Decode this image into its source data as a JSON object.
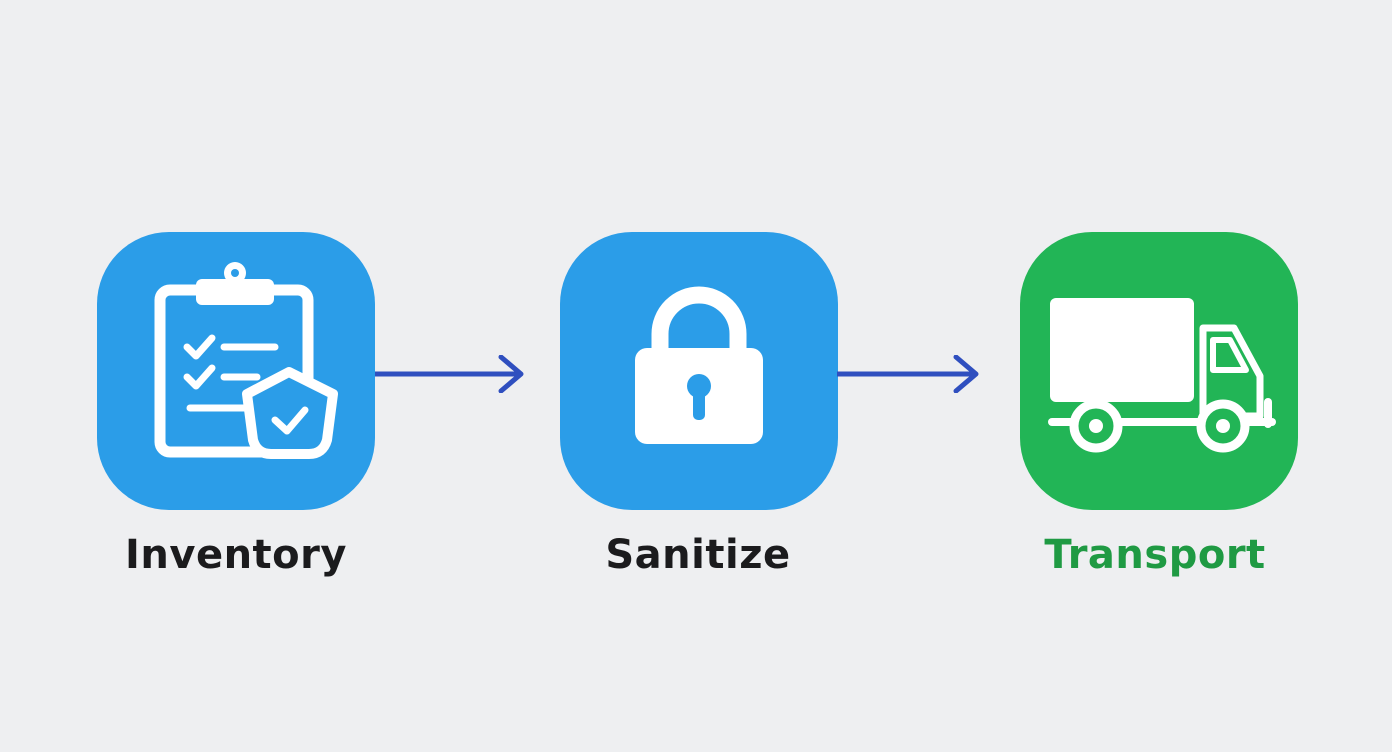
{
  "steps": [
    {
      "label": "Inventory",
      "icon": "clipboard-checklist-shield-icon",
      "tile_color": "#2b9de8",
      "label_color": "#1b1b1d"
    },
    {
      "label": "Sanitize",
      "icon": "padlock-icon",
      "tile_color": "#2b9de8",
      "label_color": "#1b1b1d"
    },
    {
      "label": "Transport",
      "icon": "truck-icon",
      "tile_color": "#22b556",
      "label_color": "#1f9a43"
    }
  ],
  "connectors": [
    {
      "from": "Inventory",
      "to": "Sanitize",
      "color": "#2f4fbf"
    },
    {
      "from": "Sanitize",
      "to": "Transport",
      "color": "#2f4fbf"
    }
  ]
}
